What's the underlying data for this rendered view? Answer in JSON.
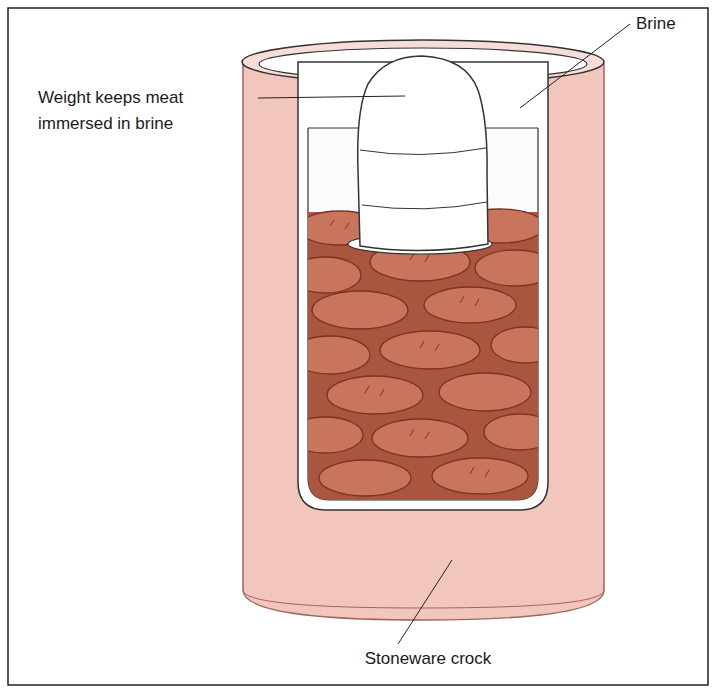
{
  "diagram": {
    "labels": [
      "Brine",
      "Weight keeps meat immersed in brine",
      "Stoneware crock"
    ]
  }
}
